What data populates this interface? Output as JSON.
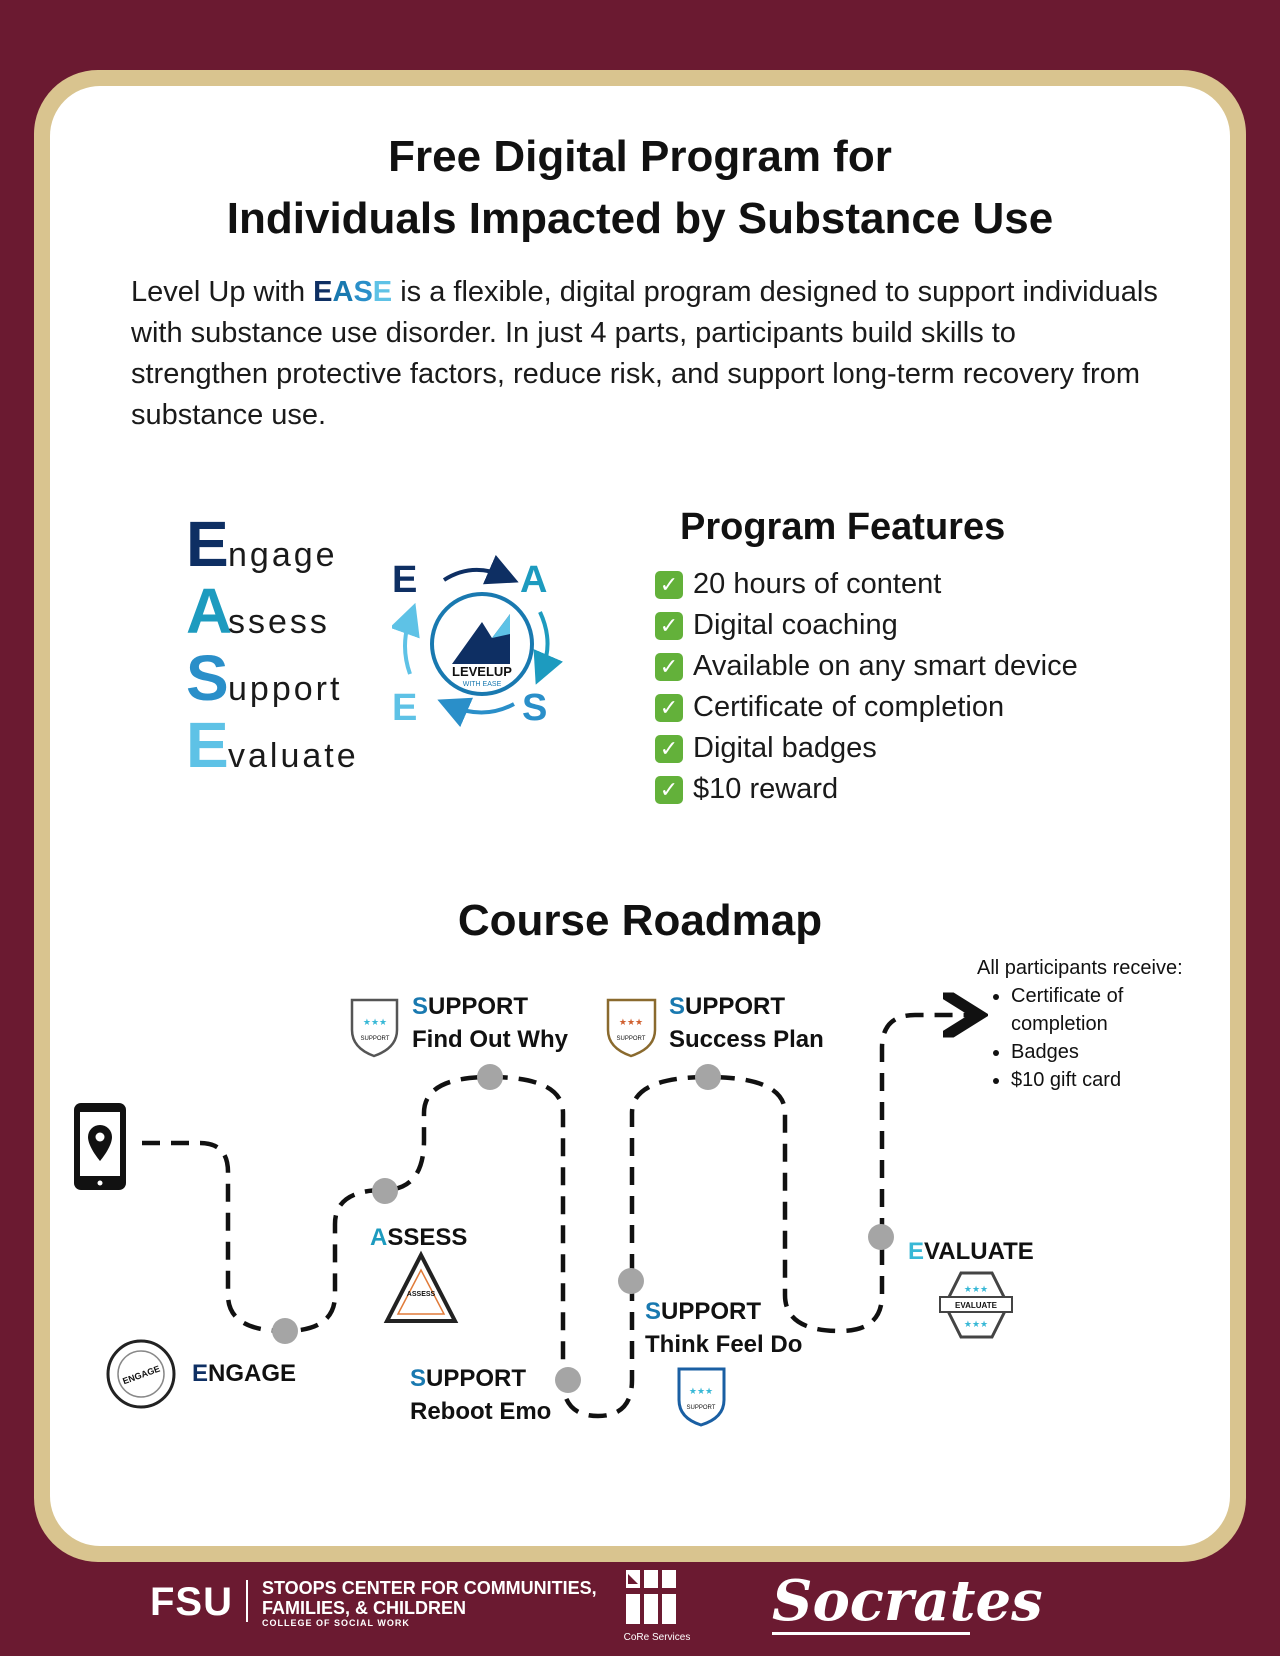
{
  "title": {
    "line1": "Free Digital Program for",
    "line2": "Individuals Impacted by Substance Use"
  },
  "intro": {
    "prefix": "Level Up with ",
    "brand": [
      "E",
      "A",
      "S",
      "E"
    ],
    "text": " is a flexible, digital program designed to support individuals with substance use disorder. In just 4 parts, participants build skills to strengthen protective factors, reduce risk, and support long-term recovery from substance use."
  },
  "acronym": [
    {
      "letter": "E",
      "rest": "ngage",
      "color": "#0e2f63"
    },
    {
      "letter": "A",
      "rest": "ssess",
      "color": "#1d9bbf"
    },
    {
      "letter": "S",
      "rest": "upport",
      "color": "#2a8fc9"
    },
    {
      "letter": "E",
      "rest": "valuate",
      "color": "#5ec2e6"
    }
  ],
  "cycle_logo": {
    "letters": [
      "E",
      "A",
      "S",
      "E"
    ],
    "logo_line1": "LEVELUP",
    "logo_line2": "WITH EASE"
  },
  "features": {
    "title": "Program Features",
    "items": [
      "20 hours of content",
      "Digital coaching",
      "Available on any smart device",
      "Certificate of completion",
      "Digital badges",
      "$10 reward"
    ]
  },
  "roadmap": {
    "title": "Course Roadmap",
    "stages": {
      "engage": {
        "first": "E",
        "rest": "NGAGE",
        "badge": "ENGAGE"
      },
      "assess": {
        "first": "A",
        "rest": "SSESS",
        "badge": "ASSESS"
      },
      "find_out_why": {
        "first": "S",
        "rest": "UPPORT",
        "sub": "Find Out Why",
        "badge": "SUPPORT"
      },
      "reboot_emo": {
        "first": "S",
        "rest": "UPPORT",
        "sub": "Reboot Emo"
      },
      "think_feel_do": {
        "first": "S",
        "rest": "UPPORT",
        "sub": "Think Feel Do",
        "badge": "SUPPORT"
      },
      "success_plan": {
        "first": "S",
        "rest": "UPPORT",
        "sub": "Success Plan",
        "badge": "SUPPORT"
      },
      "evaluate": {
        "first": "E",
        "rest": "VALUATE",
        "badge": "EVALUATE"
      }
    },
    "receive": {
      "heading": "All participants receive:",
      "items": [
        "Certificate of completion",
        "Badges",
        "$10 gift card"
      ]
    }
  },
  "footer": {
    "fsu": "FSU",
    "stoops_line1": "STOOPS CENTER FOR COMMUNITIES,",
    "stoops_line2": "FAMILIES, & CHILDREN",
    "stoops_line3": "COLLEGE OF SOCIAL WORK",
    "core": "CoRe Services",
    "socrates": "Socrates"
  },
  "colors": {
    "background": "#6b1a31",
    "frame": "#d9c48f",
    "check": "#63b13a",
    "navy": "#0e2f63",
    "blue": "#1979b0",
    "light_blue": "#5ec2e6"
  }
}
